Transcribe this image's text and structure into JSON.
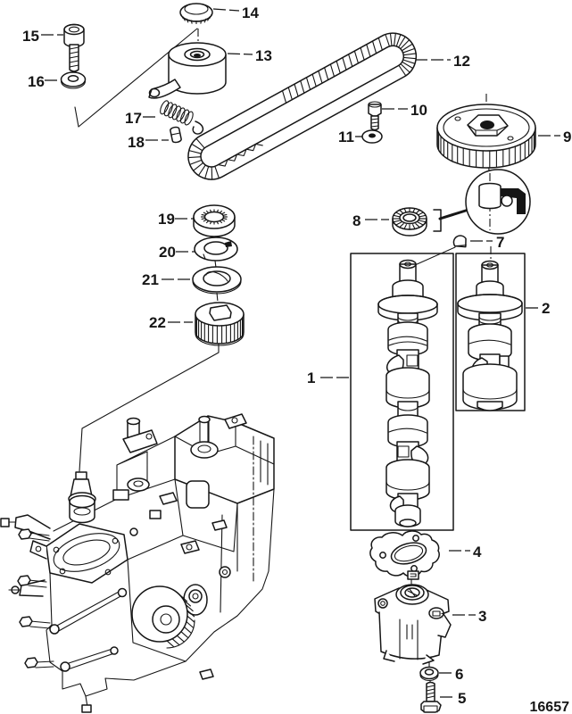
{
  "diagram": {
    "drawing_number": "16657",
    "type": "exploded-parts-diagram",
    "subject": "camshaft-timing-belt-oil-pump",
    "colors": {
      "ink": "#161616",
      "paper": "#ffffff"
    },
    "callouts": {
      "n1": "1",
      "n2": "2",
      "n3": "3",
      "n4": "4",
      "n5": "5",
      "n6": "6",
      "n7": "7",
      "n8": "8",
      "n9": "9",
      "n10": "10",
      "n11": "11",
      "n12": "12",
      "n13": "13",
      "n14": "14",
      "n15": "15",
      "n16": "16",
      "n17": "17",
      "n18": "18",
      "n19": "19",
      "n20": "20",
      "n21": "21",
      "n22": "22"
    }
  }
}
